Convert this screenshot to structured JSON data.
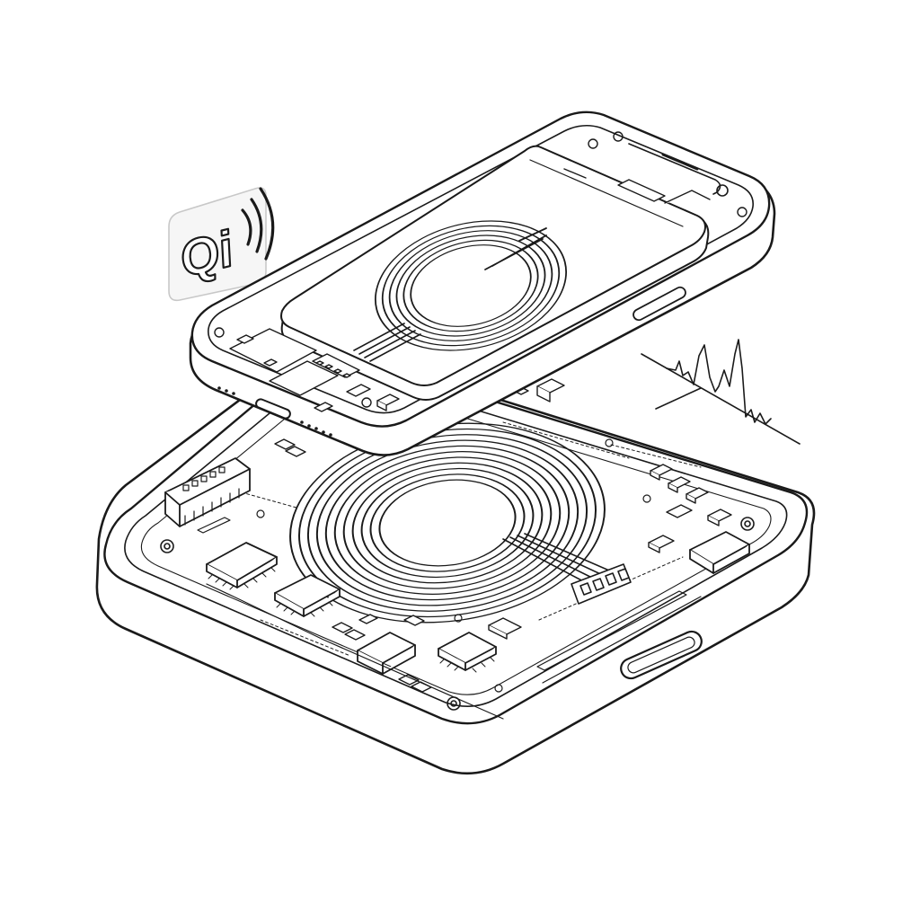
{
  "qi_badge": {
    "logo_text": "Qi"
  },
  "colors": {
    "line": "#1a1a1a",
    "background": "#ffffff",
    "fill": "#ffffff",
    "soft": "#f4f4f4"
  },
  "diagram": {
    "subject": "wireless-charging-exploded-view",
    "parts": [
      "smartphone",
      "phone-battery",
      "phone-receiver-coil",
      "phone-logic-board",
      "charging-pad",
      "pad-transmitter-coil",
      "pad-circuit-board",
      "pad-chips",
      "signal-waveform",
      "qi-badge"
    ]
  }
}
